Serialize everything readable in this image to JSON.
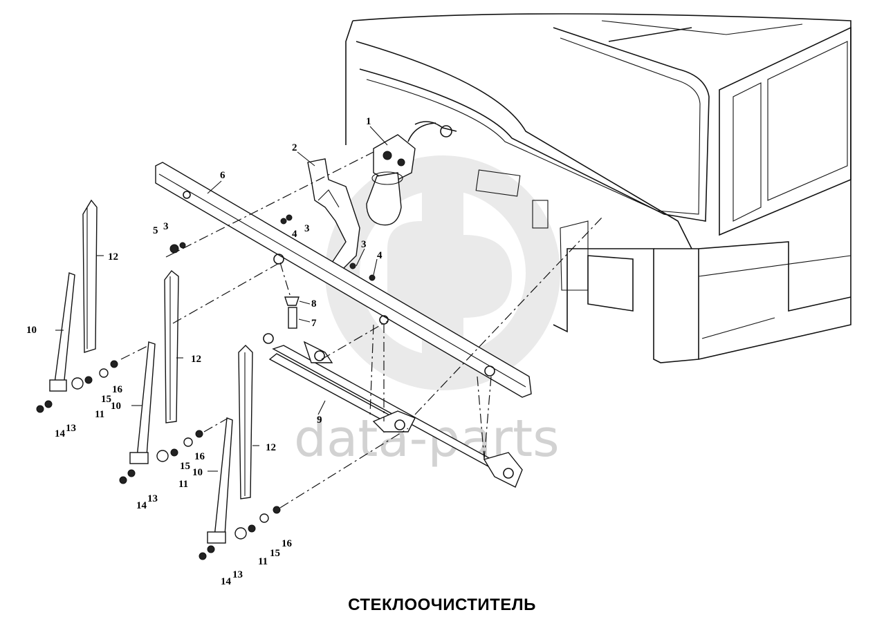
{
  "caption": "СТЕКЛООЧИСТИТЕЛЬ",
  "watermark": {
    "text": "data-parts",
    "color": "#d2d2d2"
  },
  "callouts": {
    "c1": "1",
    "c2": "2",
    "c3a": "3",
    "c3b": "3",
    "c3c": "3",
    "c4a": "4",
    "c4b": "4",
    "c5": "5",
    "c6": "6",
    "c7": "7",
    "c8": "8",
    "c9": "9",
    "c10a": "10",
    "c10b": "10",
    "c10c": "10",
    "c11a": "11",
    "c11b": "11",
    "c11c": "11",
    "c12a": "12",
    "c12b": "12",
    "c12c": "12",
    "c13a": "13",
    "c13b": "13",
    "c13c": "13",
    "c14a": "14",
    "c14b": "14",
    "c14c": "14",
    "c15a": "15",
    "c15b": "15",
    "c15c": "15",
    "c16a": "16",
    "c16b": "16",
    "c16c": "16"
  },
  "parts": [
    {
      "id": "1",
      "name": "wiper-motor"
    },
    {
      "id": "2",
      "name": "motor-bracket"
    },
    {
      "id": "6",
      "name": "linkage-panel"
    },
    {
      "id": "9",
      "name": "wiper-linkage"
    },
    {
      "id": "10",
      "name": "wiper-arm"
    },
    {
      "id": "12",
      "name": "wiper-blade"
    }
  ]
}
